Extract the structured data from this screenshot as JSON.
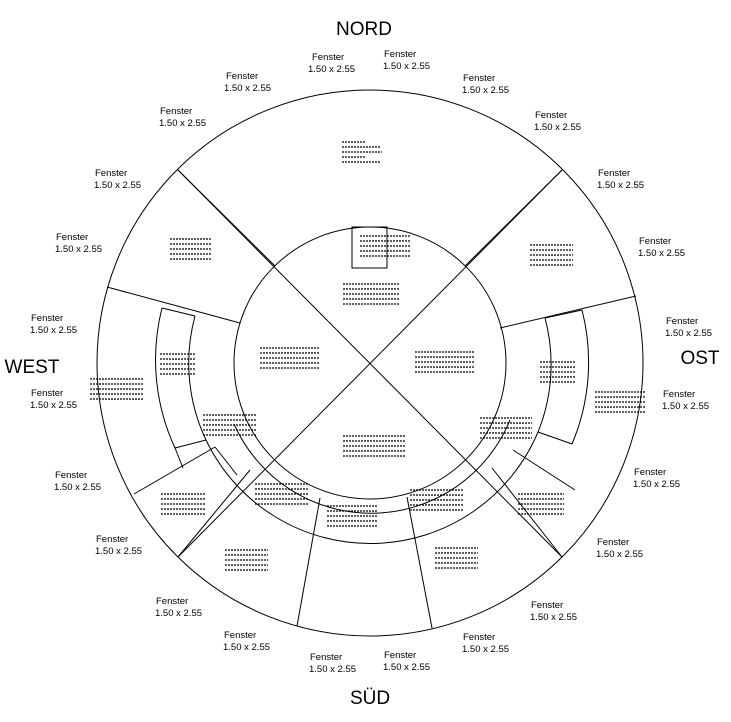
{
  "compass": {
    "north": "NORD",
    "east": "OST",
    "south": "SÜD",
    "west": "WEST"
  },
  "window_label": {
    "title": "Fenster",
    "size": "1.50 x 2.55"
  }
}
